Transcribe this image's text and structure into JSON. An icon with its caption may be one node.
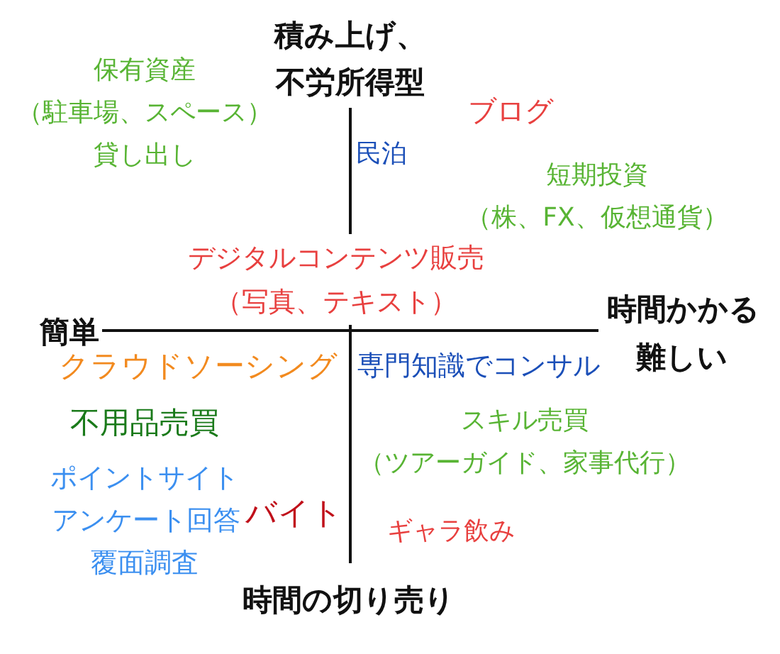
{
  "diagram": {
    "labels": [
      "積み上げ、不労所得型",
      "保有資産（駐車場、スペース）貸し出し",
      "ブログ",
      "民泊",
      "短期投資（株、FX、仮想通貨）",
      "デジタルコンテンツ販売（写真、テキスト）",
      "時間かかる",
      "簡単",
      "難しい",
      "クラウドソーシング",
      "専門知識でコンサル",
      "不用品売買",
      "スキル売買（ツアーガイド、家事代行）",
      "ポイントサイト",
      "バイト",
      "アンケート回答",
      "ギャラ飲み",
      "覆面調査",
      "時間の切り売り"
    ]
  }
}
